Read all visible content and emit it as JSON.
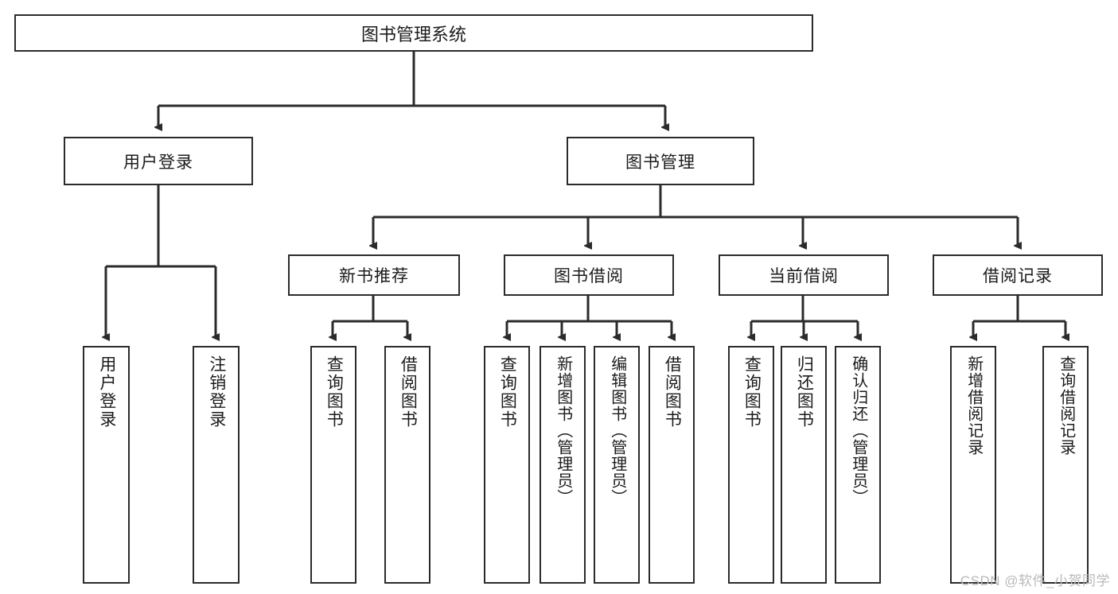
{
  "diagram": {
    "type": "tree",
    "title": "图书管理系统",
    "root": {
      "label": "图书管理系统"
    },
    "level2": [
      {
        "label": "用户登录"
      },
      {
        "label": "图书管理"
      }
    ],
    "level3": [
      {
        "label": "新书推荐"
      },
      {
        "label": "图书借阅"
      },
      {
        "label": "当前借阅"
      },
      {
        "label": "借阅记录"
      }
    ],
    "leaves": {
      "user_login": [
        {
          "label": "用户登录"
        },
        {
          "label": "注销登录"
        }
      ],
      "new_book_recommend": [
        {
          "label": "查询图书"
        },
        {
          "label": "借阅图书"
        }
      ],
      "book_borrow": [
        {
          "label": "查询图书"
        },
        {
          "label": "新增图书（管理员）"
        },
        {
          "label": "编辑图书（管理员）"
        },
        {
          "label": "借阅图书"
        }
      ],
      "current_borrow": [
        {
          "label": "查询图书"
        },
        {
          "label": "归还图书"
        },
        {
          "label": "确认归还（管理员）"
        }
      ],
      "borrow_record": [
        {
          "label": "新增借阅记录"
        },
        {
          "label": "查询借阅记录"
        }
      ]
    }
  },
  "watermark": {
    "text": "CSDN @软件_小贺同学"
  },
  "colors": {
    "stroke": "#2b2b2b",
    "fill": "#ffffff",
    "text": "#1b1b1b",
    "watermark": "#b9b9b9"
  }
}
